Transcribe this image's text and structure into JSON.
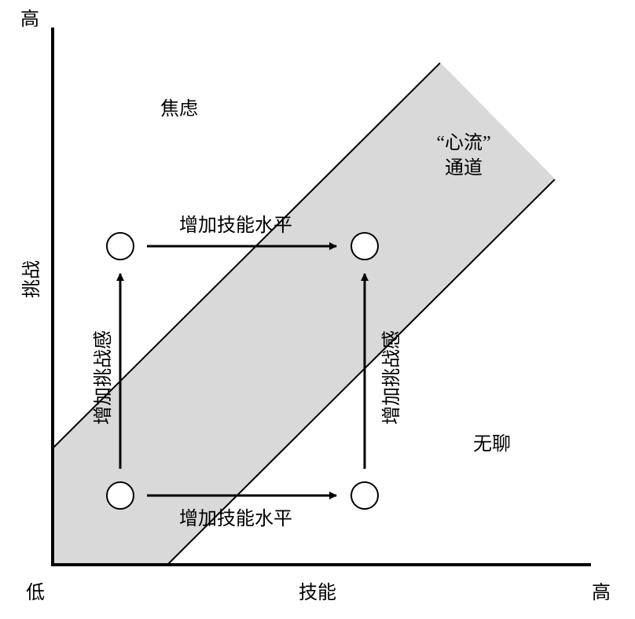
{
  "axes": {
    "y_high": "高",
    "y_label": "挑战",
    "x_low": "低",
    "x_label": "技能",
    "x_high": "高"
  },
  "regions": {
    "anxiety": "焦虑",
    "flow_line1": "“心流”",
    "flow_line2": "通道",
    "boredom": "无聊"
  },
  "arrows": {
    "increase_skill": "增加技能水平",
    "increase_challenge": "增加挑战感"
  },
  "colors": {
    "band": "#d9d9d9",
    "stroke": "#000000"
  }
}
